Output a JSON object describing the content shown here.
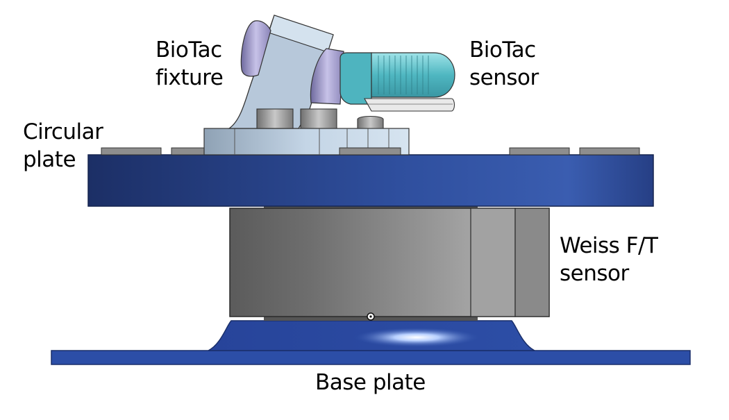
{
  "labels": {
    "biotac_fixture": [
      "BioTac",
      "fixture"
    ],
    "biotac_sensor": [
      "BioTac",
      "sensor"
    ],
    "circular_plate": [
      "Circular",
      "plate"
    ],
    "weiss_sensor": [
      "Weiss F/T",
      "sensor"
    ],
    "base_plate": "Base plate"
  },
  "colors": {
    "plate_blue": "#2f4f9e",
    "plate_blue_dark": "#1f3475",
    "steel_gray": "#8c8c8c",
    "fixture_light_blue": "#b9cbe0",
    "sensor_cyan": "#5ec1c9",
    "cap_lavender": "#9a93c4"
  }
}
